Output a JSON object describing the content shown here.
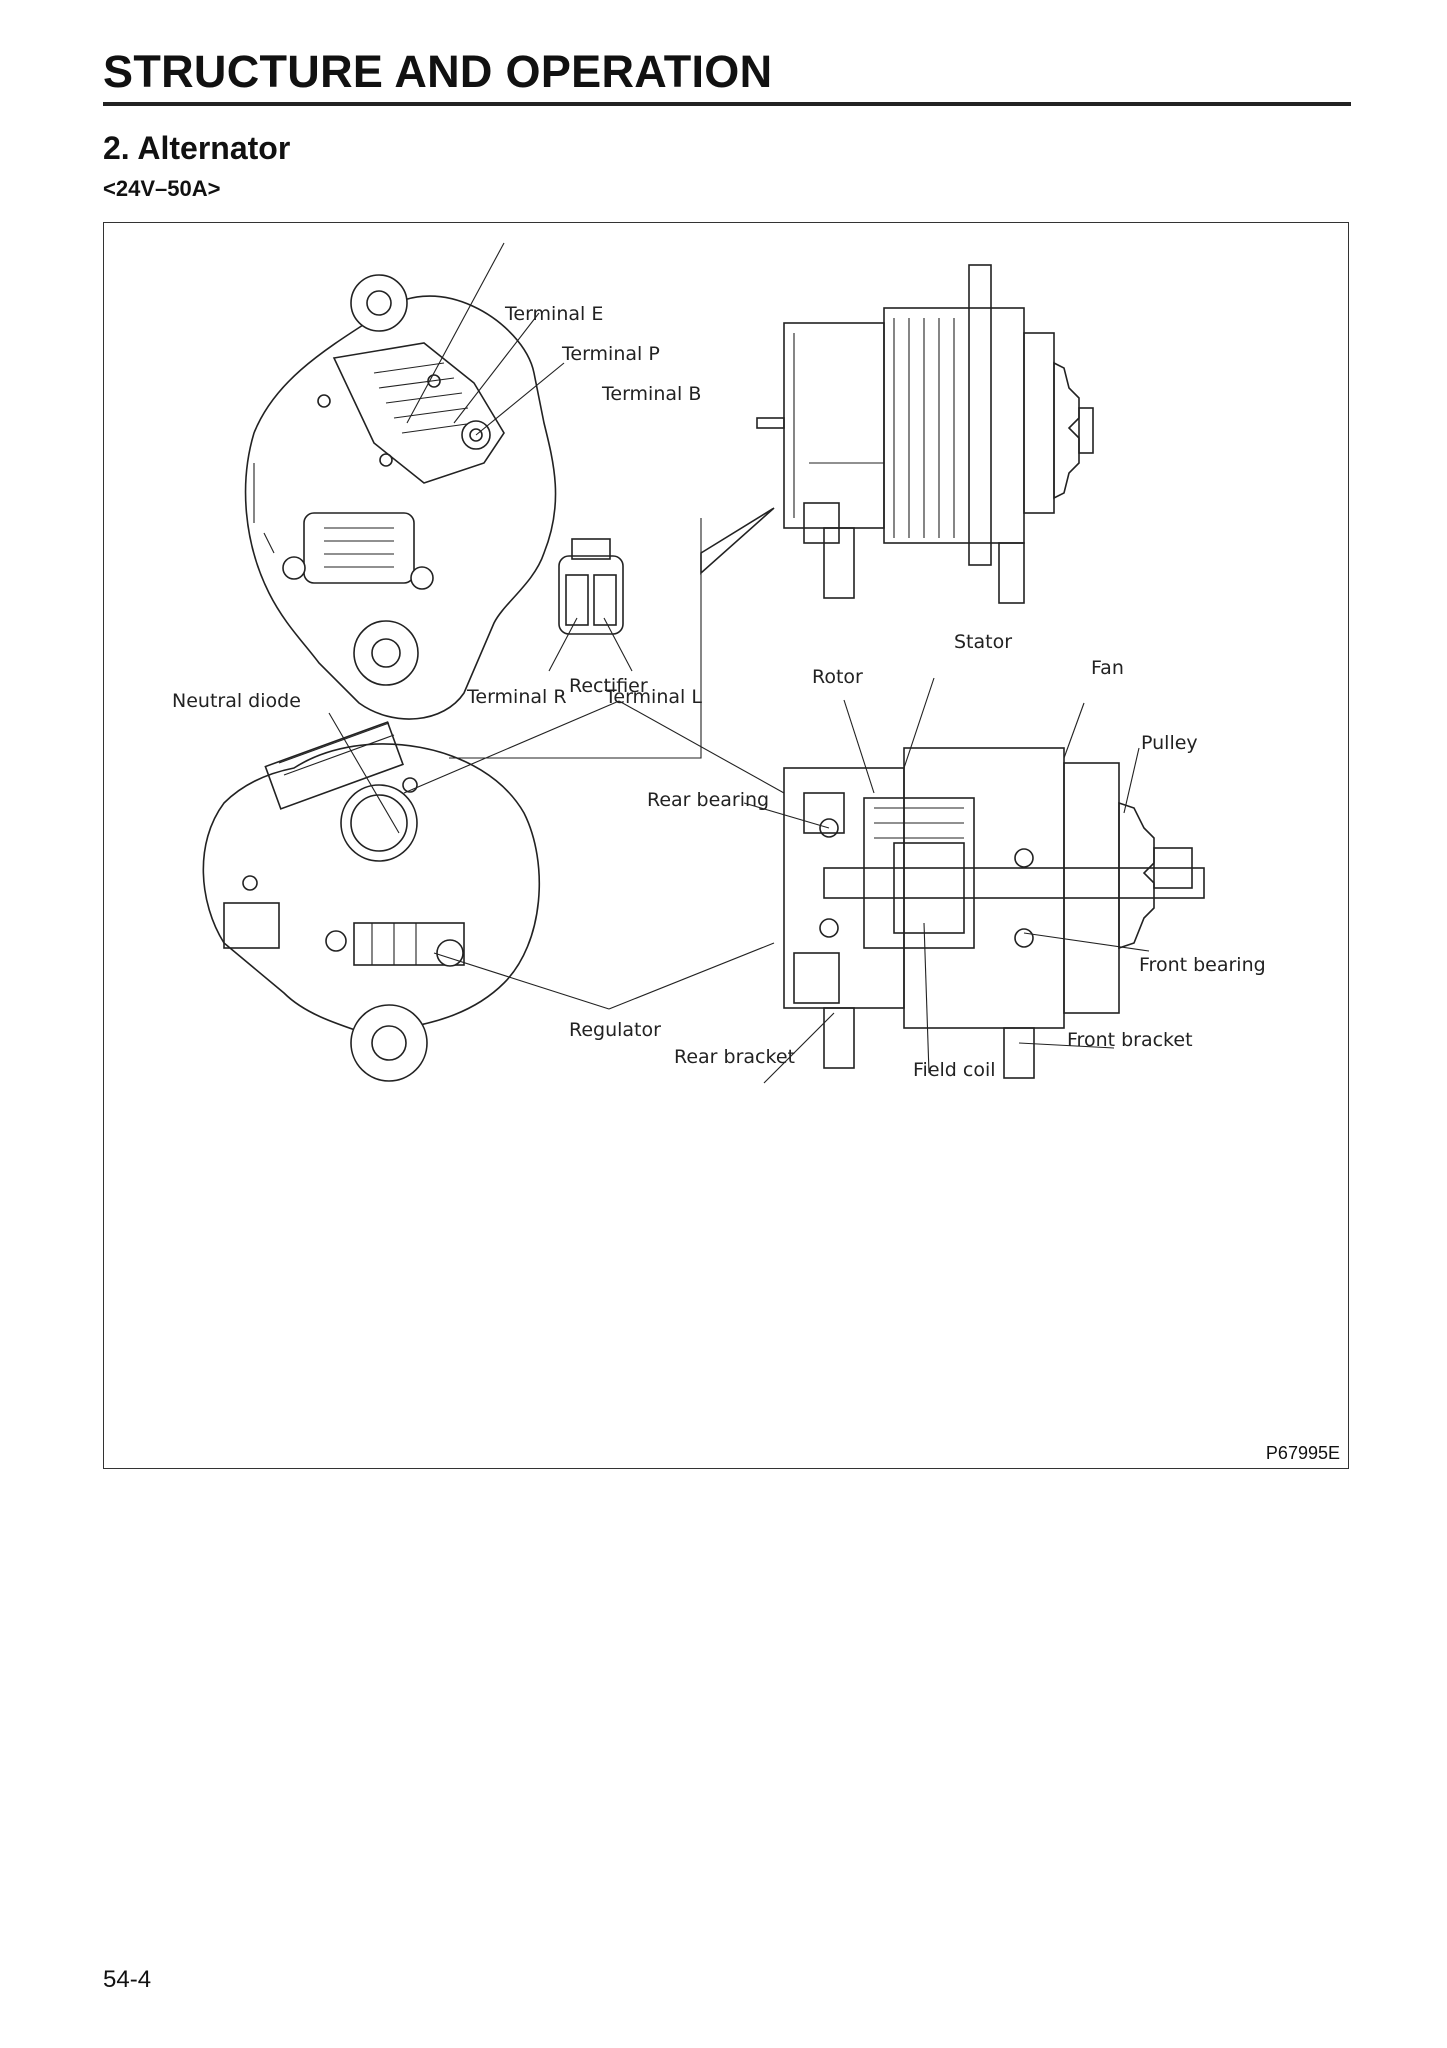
{
  "header": {
    "title": "STRUCTURE AND OPERATION"
  },
  "section": {
    "title": "2.  Alternator",
    "subtitle": "<24V–50A>"
  },
  "figure": {
    "labels": {
      "terminal_e": "Terminal E",
      "terminal_p": "Terminal P",
      "terminal_b": "Terminal B",
      "terminal_r": "Terminal R",
      "terminal_l": "Terminal L",
      "stator": "Stator",
      "fan": "Fan",
      "rotor": "Rotor",
      "rectifier": "Rectifier",
      "neutral_diode": "Neutral diode",
      "pulley": "Pulley",
      "rear_bearing": "Rear bearing",
      "front_bearing": "Front bearing",
      "regulator": "Regulator",
      "front_bracket": "Front bracket",
      "rear_bracket": "Rear bracket",
      "field_coil": "Field coil"
    },
    "code": "P67995E"
  },
  "footer": {
    "page_number": "54-4"
  }
}
